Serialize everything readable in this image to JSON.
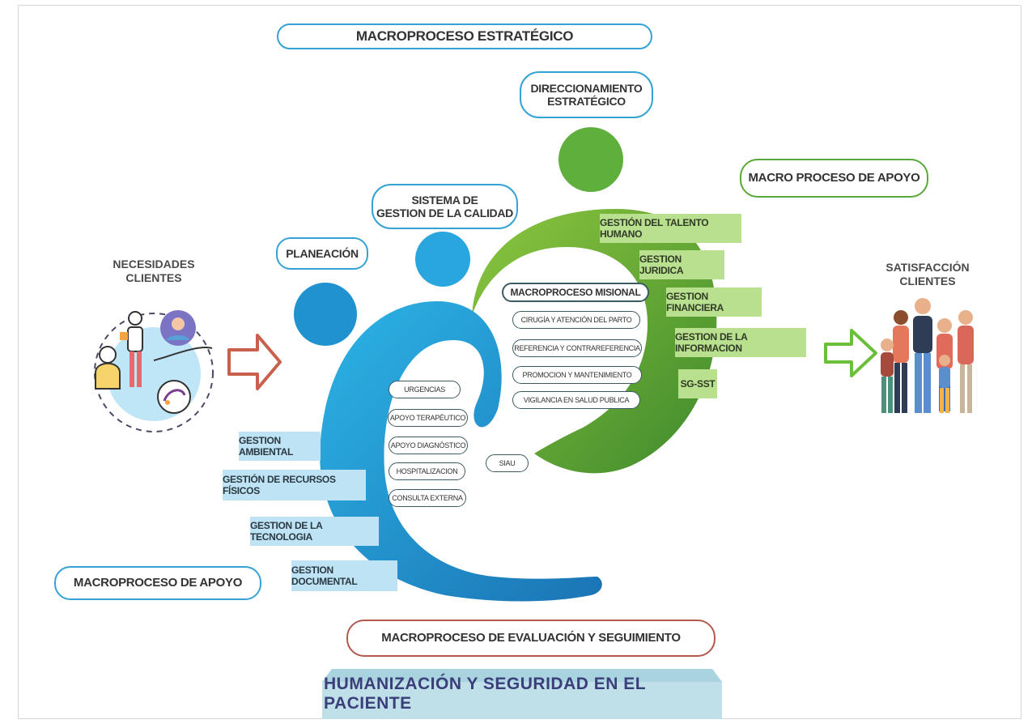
{
  "title": "MACROPROCESO ESTRATÉGICO",
  "strategic": {
    "direccionamiento": [
      "DIRECCIONAMIENTO",
      "ESTRATÉGICO"
    ]
  },
  "blue_nodes": {
    "sistema": [
      "SISTEMA DE",
      "GESTION DE LA CALIDAD"
    ],
    "planeacion": "PLANEACIÓN"
  },
  "left_input": {
    "label": [
      "NECESIDADES",
      "CLIENTES"
    ]
  },
  "right_output": {
    "label": [
      "SATISFACCIÓN",
      "CLIENTES"
    ]
  },
  "macro_apoyo_right": "MACRO PROCESO DE APOYO",
  "macro_apoyo_left": "MACROPROCESO DE APOYO",
  "support_green": [
    "GESTIÓN DEL TALENTO HUMANO",
    "GESTION JURIDICA",
    "GESTION FINANCIERA",
    "GESTION DE LA INFORMACION",
    "SG-SST"
  ],
  "support_blue": [
    "GESTION AMBIENTAL",
    "GESTIÓN DE RECURSOS FÍSICOS",
    "GESTION DE LA TECNOLOGIA",
    "GESTION DOCUMENTAL"
  ],
  "misional": {
    "title": "MACROPROCESO MISIONAL",
    "green_items": [
      "CIRUGÍA Y ATENCIÓN DEL PARTO",
      "REFERENCIA Y CONTRAREFERENCIA",
      "PROMOCION Y MANTENIMIENTO",
      "VIGILANCIA EN SALUD PUBLICA"
    ],
    "blue_items": [
      "URGENCIAS",
      "APOYO TERAPÉUTICO",
      "APOYO DIAGNÓSTICO",
      "HOSPITALIZACION",
      "CONSULTA EXTERNA"
    ],
    "siau": "SIAU"
  },
  "evaluation": "MACROPROCESO DE  EVALUACIÓN Y SEGUIMIENTO",
  "banner": "HUMANIZACIÓN Y SEGURIDAD EN EL PACIENTE",
  "colors": {
    "blue": "#2aa2d8",
    "blue_dark": "#1f8ac2",
    "green": "#5aa83a",
    "green_light": "#b9e08e",
    "blue_light": "#bde3f4",
    "arrow_red": "#c9604c",
    "arrow_green": "#6cbf3a",
    "banner": "#bfe0e9"
  }
}
